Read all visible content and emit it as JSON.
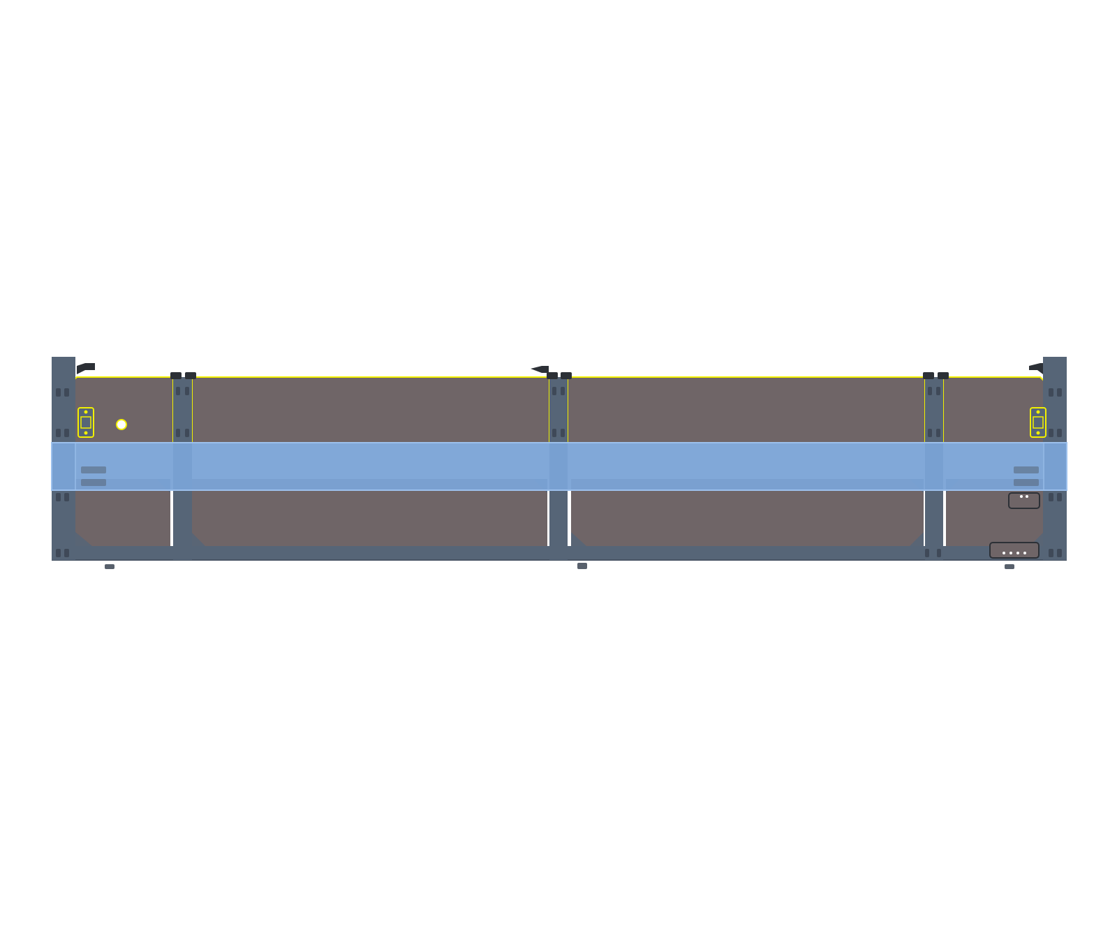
{
  "colors": {
    "background": "#ffffff",
    "frame": "#566577",
    "frame_dark": "#4a5666",
    "panel": "#6f6567",
    "outline": "#f2f000",
    "rail": "#7aa3d6",
    "rail_edge": "#9cc0ec",
    "hardware": "#2c3036",
    "hole_dark": "#3b4452",
    "marker": "#ffffff"
  },
  "scene": {
    "upper_panel_count": 4,
    "lower_panel_count": 4,
    "connector_count": 2,
    "has_marker": true
  }
}
